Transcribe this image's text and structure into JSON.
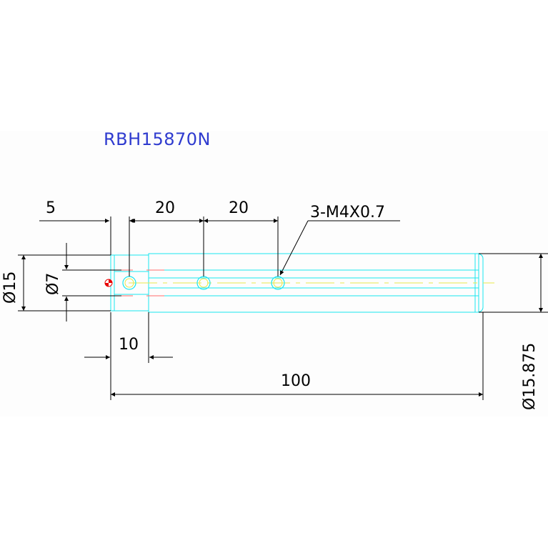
{
  "drawing": {
    "part_number": "RBH15870N",
    "dimensions": {
      "offset_first_hole": "5",
      "pitch_1": "20",
      "pitch_2": "20",
      "thread_note": "3-M4X0.7",
      "dia_outer": "Ø15",
      "dia_inner": "Ø7",
      "step_length": "10",
      "total_length": "100",
      "dia_shaft": "Ø15.875"
    },
    "colors": {
      "paper": "#fdfdfd",
      "outline": "#19e6ef",
      "dimension": "#000000",
      "title": "#2f3bcf",
      "centerline": "#e8e84a",
      "hidden": "#ff6a6a",
      "origin_marker": "#e80000"
    }
  }
}
